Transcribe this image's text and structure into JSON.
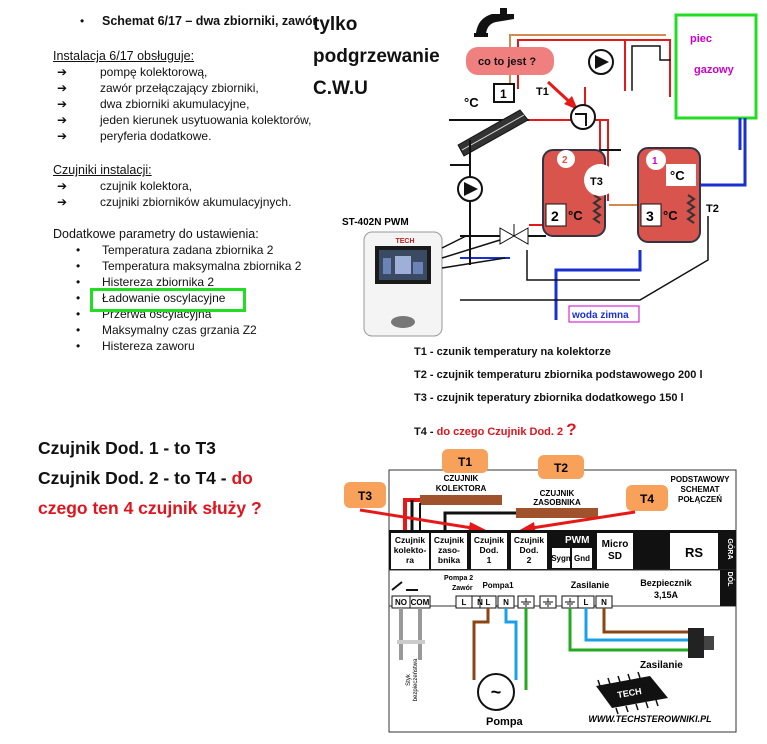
{
  "top_doc": {
    "schemat_title": "Schemat 6/17 – dwa zbiorniki, zawór",
    "install_heading": "Instalacja 6/17 obsługuje:",
    "install_items": [
      "pompę kolektorową,",
      "zawór przełączający zbiorniki,",
      "dwa zbiorniki akumulacyjne,",
      "jeden kierunek usytuowania kolektorów,",
      "peryferia dodatkowe."
    ],
    "sensors_heading": "Czujniki instalacji:",
    "sensors_items": [
      "czujnik kolektora,",
      "czujniki zbiorników akumulacyjnych."
    ],
    "params_heading": "Dodatkowe parametry do ustawienia:",
    "params_items": [
      "Temperatura zadana zbiornika 2",
      "Temperatura maksymalna zbiornika 2",
      "Histereza zbiornika 2",
      "Ładowanie oscylacyjne",
      "Przerwa oscylacyjna",
      "Maksymalny czas grzania Z2",
      "Histereza zaworu"
    ],
    "arrow_glyph": "➔",
    "bullet_glyph": "•"
  },
  "annotation_top": {
    "line1": "tylko",
    "line2": "podgrzewanie",
    "line3": "C.W.U"
  },
  "hydraulic": {
    "question_bubble": "co to jest ?",
    "piec_line1": "piec",
    "piec_line2": "gazowy",
    "t1_label": "T1",
    "t2_label": "T2",
    "t3_label": "T3",
    "collector_number": "1",
    "deg_c": "°C",
    "tank_small_number": "2",
    "tank_big_number": "1",
    "tank_small_bottom": "2",
    "tank_big_bottom": "3",
    "controller_name": "ST-402N PWM",
    "controller_brand": "TECH",
    "cold_water": "woda zimna"
  },
  "legend": {
    "t1": "T1 - czunik temperatury na kolektorze",
    "t2": "T2 - czujnik temperaturu zbiornika podstawowego 200 l",
    "t3": "T3 - czujnik teperatury zbiornika dodatkowego 150 l",
    "t4_prefix": "T4 - ",
    "t4_question": "do czego Czujnik Dod. 2",
    "t4_mark": "?"
  },
  "bottom_left": {
    "line1": "Czujnik Dod. 1  - to T3",
    "line2_black": "Czujnik Dod. 2  - to T4 - ",
    "line2_red": "do",
    "line3": "czego ten 4 czujnik służy ?"
  },
  "wiring": {
    "callouts": [
      "T1",
      "T2",
      "T3",
      "T4"
    ],
    "sensor_kolektora": "CZUJNIK\nKOLEKTORA",
    "sensor_zasobnika": "CZUJNIK\nZASOBNIKA",
    "title": "PODSTAWOWY\nSCHEMAT\nPOŁĄCZEŃ",
    "col_kolektora": "Czujnik\nkolekto-\nra",
    "col_zasobnika": "Czujnik\nzaso-\nbnika",
    "col_dod1": "Czujnik\nDod.\n1",
    "col_dod2": "Czujnik\nDod.\n2",
    "pwm": "PWM",
    "sygn": "Sygn",
    "gnd": "Gnd",
    "micro_sd": "Micro\nSD",
    "rs": "RS",
    "gora": "GÓRA",
    "dol": "DÓL",
    "pompa2": "Pompa 2",
    "zawor": "Zawór",
    "pompa1": "Pompa1",
    "zasilanie": "Zasilanie",
    "bezpiecznik": "Bezpiecznik\n3,15A",
    "terminals": [
      "NO",
      "COM",
      "L",
      "N",
      "L",
      "N",
      "",
      "",
      "",
      "L",
      "N"
    ],
    "styk": "Styk\nbezpieczeństwa",
    "pompa_label": "Pompa",
    "zasilanie_label": "Zasilanie",
    "brand": "TECH",
    "url": "WWW.TECHSTEROWNIKI.PL"
  },
  "colors": {
    "highlight_green": "#22dd22",
    "red_text": "#e0141e",
    "callout_orange": "#f7a15b",
    "bubble_pink": "#f08080",
    "tank_red": "#d9544d",
    "pipe_blue": "#1a2fd0",
    "pipe_red": "#e61919"
  }
}
